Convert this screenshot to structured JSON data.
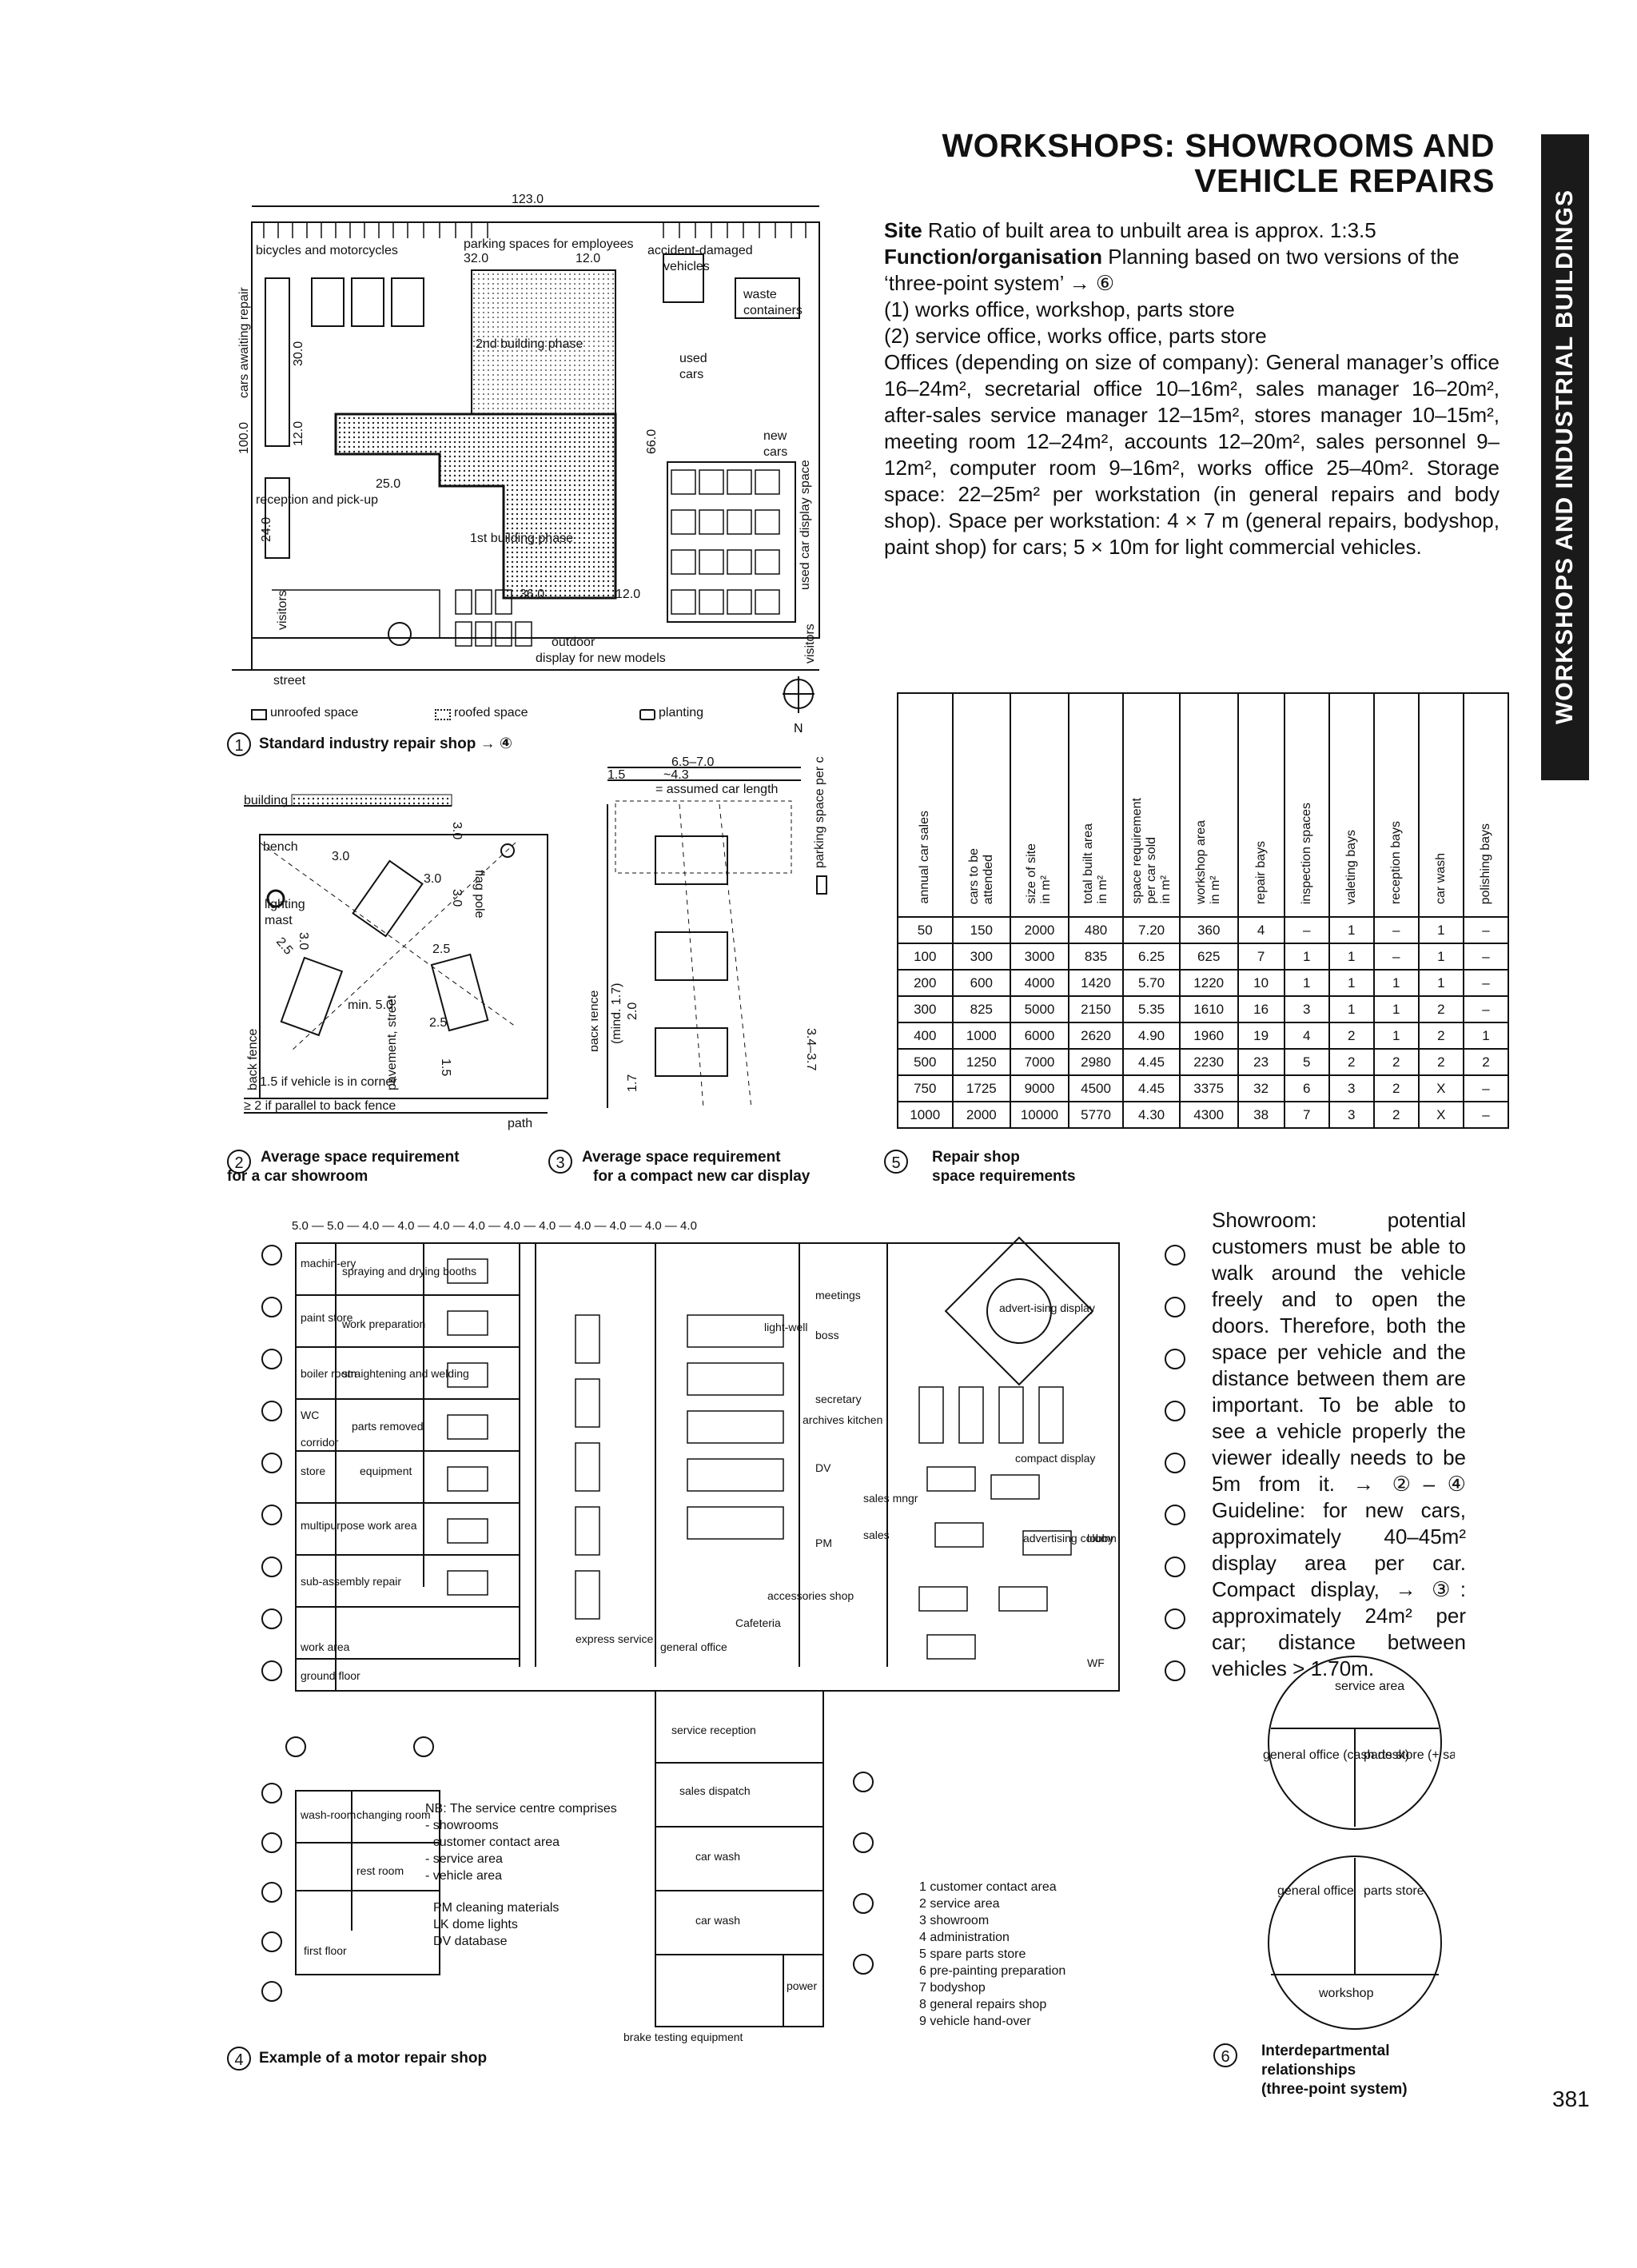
{
  "header": {
    "title_line1": "WORKSHOPS: SHOWROOMS AND",
    "title_line2": "VEHICLE REPAIRS",
    "side_tab": "WORKSHOPS AND INDUSTRIAL BUILDINGS"
  },
  "intro": {
    "site_heading": "Site",
    "site_text": "Ratio of built area to unbuilt area is approx. 1:3.5",
    "function_heading": "Function/organisation",
    "function_text": "Planning based on two versions of the ‘three-point system’ → ⑥",
    "item1": "(1) works office, workshop, parts store",
    "item2": "(2) service office, works office, parts store",
    "offices_text": "Offices (depending on size of company): General manager’s office 16–24m², secretarial office 10–16m², sales manager 16–20m², after-sales service manager 12–15m², stores manager 10–15m², meeting room 12–24m², accounts 12–20m², sales personnel 9–12m², computer room 9–16m², works office 25–40m². Storage space: 22–25m² per workstation (in general repairs and body shop). Space per workstation: 4 × 7 m (general repairs, bodyshop, paint shop) for cars; 5 × 10m for light commercial vehicles."
  },
  "showroom_text": "Showroom: potential customers must be able to walk around the vehicle freely and to open the doors. Therefore, both the space per vehicle and the distance between them are important. To be able to see a vehicle properly the viewer ideally needs to be 5m from it. → ②–④ Guideline: for new cars, approximately 40–45m² display area per car. Compact display, → ③: approximately 24m² per car; distance between vehicles > 1.70m.",
  "fig1": {
    "number": "1",
    "caption": "Standard industry repair shop → ④",
    "labels": {
      "overall": "123.0",
      "bikes": "bicycles and motorcycles",
      "parking_emp": "parking spaces for employees",
      "accident": "accident-damaged",
      "vehicles": "vehicles",
      "dim32": "32.0",
      "dim12a": "12.0",
      "waste": "waste",
      "containers": "containers",
      "phase2": "2nd building phase",
      "used": "used",
      "cars": "cars",
      "awaiting": "cars awaiting repair",
      "dim30": "30.0",
      "dim100": "100.0",
      "dim12b": "12.0",
      "dim66": "66.0",
      "new": "new",
      "newcars": "cars",
      "dim25": "25.0",
      "reception": "reception and pick-up",
      "dim24": "24.0",
      "phase1": "1st building phase",
      "usedcar_display": "used car display space",
      "visitors_l": "visitors",
      "visitors_r": "visitors",
      "dim36": "36.0",
      "dim12c": "12.0",
      "outdoor": "outdoor",
      "display_new": "display for new models",
      "street": "street",
      "legend_unroofed": "unroofed space",
      "legend_roofed": "roofed space",
      "legend_planting": "planting",
      "north": "N"
    }
  },
  "fig2": {
    "number": "2",
    "caption_line1": "Average space requirement",
    "caption_line2": "for a car showroom",
    "labels": {
      "building": "building",
      "bench": "bench",
      "lighting": "lighting",
      "mast": "mast",
      "d30a": "3.0",
      "d30b": "3.0",
      "d30c": "3.0",
      "d30d": "3.0",
      "d30e": "3.0",
      "d25a": "2.5",
      "d25b": "2.5",
      "d25c": "2.5",
      "d15": "1.5",
      "min5": "min. 5.0",
      "flagpole": "flag pole",
      "pavement": "pavement, street",
      "backfence": "back fence",
      "corner": "1.5 if vehicle is in corner",
      "parallel": "≥ 2 if parallel to back fence",
      "path": "path"
    }
  },
  "fig3": {
    "number": "3",
    "caption_line1": "Average space requirement",
    "caption_line2": "for a compact new car display",
    "labels": {
      "d6570": "6.5–7.0",
      "d15": "1.5",
      "d43": "~4.3",
      "assumed": "= assumed car length",
      "parking": "parking space per car",
      "backfence": "back fence",
      "mind": "(mind. 1.7)",
      "d20": "2.0",
      "d17": "1.7",
      "d3437": "3.4–3.7"
    }
  },
  "fig4": {
    "number": "4",
    "caption": "Example of a motor repair shop",
    "top_dims": "5.0 — 5.0 — 4.0 — 4.0 — 4.0 — 4.0 — 4.0 — 4.0 — 4.0 — 4.0 — 4.0 — 4.0",
    "rooms": {
      "machinery": "machin-ery",
      "spraying": "spraying and drying booths",
      "paint": "paint store",
      "work_prep": "work preparation",
      "boiler": "boiler room",
      "straightening": "straightening and welding",
      "wc": "WC",
      "parts_removed": "parts removed",
      "corridor": "corridor",
      "store": "store",
      "equipment": "equipment",
      "multipurpose": "multipurpose work area",
      "subassembly": "sub-assembly repair",
      "work_area": "work area",
      "ground_floor": "ground floor",
      "express": "express service",
      "general_office": "general office",
      "cafeteria": "Cafeteria",
      "accessories": "accessories shop",
      "meetings": "meetings",
      "boss": "boss",
      "light_well": "light-well",
      "secretary": "secretary",
      "archives": "archives",
      "kitchen": "kitchen",
      "sales_mngr": "sales mngr",
      "sales": "sales",
      "pm": "PM",
      "dv": "DV",
      "advertising_display": "advert-ising display",
      "compact_display": "compact display",
      "advertising_column": "advertising column",
      "lobby": "lobby",
      "wf": "WF",
      "service_reception": "service reception",
      "sales_dispatch": "sales dispatch",
      "car_wash1": "car wash",
      "car_wash2": "car wash",
      "power": "power",
      "brake": "brake testing equipment",
      "wash_room": "wash-room",
      "changing_room": "changing room",
      "rest_room": "rest room",
      "first_floor": "first floor"
    },
    "nb_heading": "NB: The service centre comprises",
    "nb_items": [
      "- showrooms",
      "- customer contact area",
      "- service area",
      "- vehicle area"
    ],
    "abbrev": [
      "PM  cleaning materials",
      "LK  dome lights",
      "DV  database"
    ],
    "key": [
      "1  customer contact area",
      "2  service area",
      "3  showroom",
      "4  administration",
      "5  spare parts store",
      "6  pre-painting preparation",
      "7  bodyshop",
      "8  general repairs shop",
      "9  vehicle hand-over"
    ]
  },
  "fig5": {
    "number": "5",
    "caption_line1": "Repair shop",
    "caption_line2": "space requirements",
    "columns": [
      "annual car sales",
      "cars to be\nattended",
      "size of site\nin m²",
      "total built area\nin m²",
      "space requirement\nper car sold\nin m²",
      "workshop area\nin m²",
      "repair bays",
      "inspection spaces",
      "valeting bays",
      "reception bays",
      "car wash",
      "polishing bays"
    ],
    "rows": [
      [
        "50",
        "150",
        "2000",
        "480",
        "7.20",
        "360",
        "4",
        "–",
        "1",
        "–",
        "1",
        "–"
      ],
      [
        "100",
        "300",
        "3000",
        "835",
        "6.25",
        "625",
        "7",
        "1",
        "1",
        "–",
        "1",
        "–"
      ],
      [
        "200",
        "600",
        "4000",
        "1420",
        "5.70",
        "1220",
        "10",
        "1",
        "1",
        "1",
        "1",
        "–"
      ],
      [
        "300",
        "825",
        "5000",
        "2150",
        "5.35",
        "1610",
        "16",
        "3",
        "1",
        "1",
        "2",
        "–"
      ],
      [
        "400",
        "1000",
        "6000",
        "2620",
        "4.90",
        "1960",
        "19",
        "4",
        "2",
        "1",
        "2",
        "1"
      ],
      [
        "500",
        "1250",
        "7000",
        "2980",
        "4.45",
        "2230",
        "23",
        "5",
        "2",
        "2",
        "2",
        "2"
      ],
      [
        "750",
        "1725",
        "9000",
        "4500",
        "4.45",
        "3375",
        "32",
        "6",
        "3",
        "2",
        "X",
        "–"
      ],
      [
        "1000",
        "2000",
        "10000",
        "5770",
        "4.30",
        "4300",
        "38",
        "7",
        "3",
        "2",
        "X",
        "–"
      ]
    ]
  },
  "fig6": {
    "number": "6",
    "caption_line1": "Interdepartmental",
    "caption_line2": "relationships",
    "caption_line3": "(three-point system)",
    "top": {
      "service_area": "service area",
      "general_office": "general office (cash desk)",
      "parts_store": "parts store (+ sales)"
    },
    "bottom": {
      "general_office": "general office",
      "parts_store": "parts store",
      "workshop": "workshop"
    }
  },
  "page_number": "381"
}
